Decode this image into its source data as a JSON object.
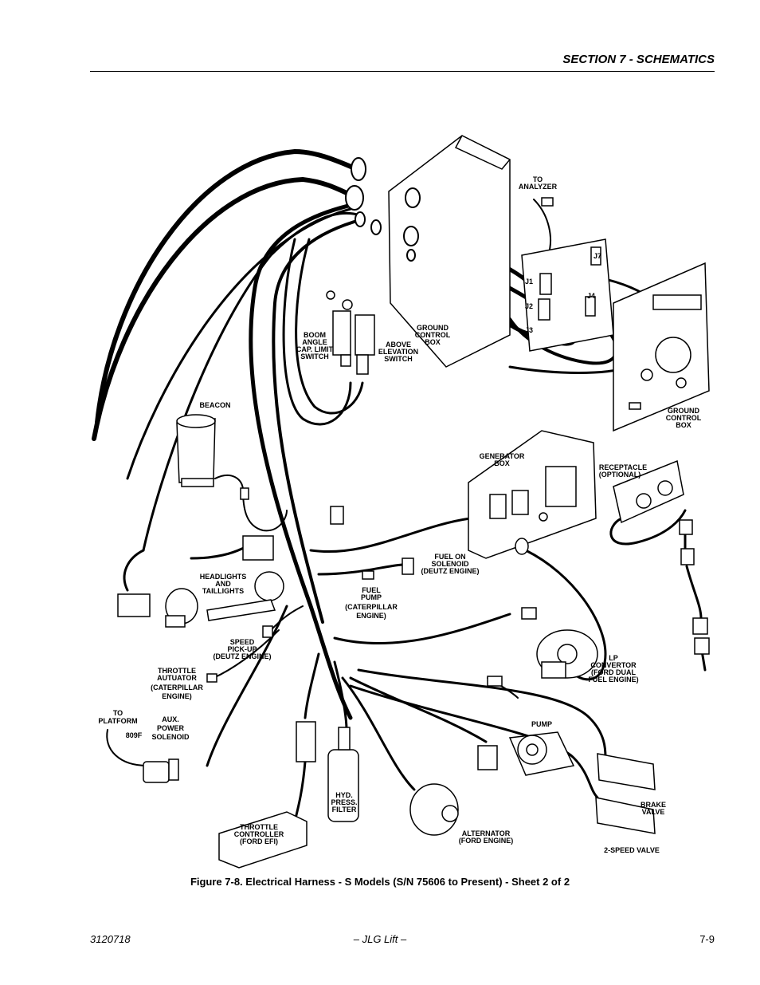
{
  "header": {
    "section_title": "SECTION 7 - SCHEMATICS"
  },
  "labels": {
    "to_analyzer": [
      "TO",
      "ANALYZER"
    ],
    "j1": "J1",
    "j2": "J2",
    "j3": "J3",
    "j4": "J4",
    "j7": "J7",
    "boom_angle": [
      "BOOM",
      "ANGLE",
      "CAP. LIMIT",
      "SWITCH"
    ],
    "above_elevation": [
      "ABOVE",
      "ELEVATION",
      "SWITCH"
    ],
    "ground_control_box_1": [
      "GROUND",
      "CONTROL",
      "BOX"
    ],
    "ground_control_box_2": [
      "GROUND",
      "CONTROL",
      "BOX"
    ],
    "beacon": [
      "BEACON"
    ],
    "generator_box": [
      "GENERATOR",
      "BOX"
    ],
    "receptacle": [
      "RECEPTACLE",
      "(OPTIONAL)"
    ],
    "fuel_on_solenoid": [
      "FUEL ON",
      "SOLENOID",
      "(DEUTZ ENGINE)"
    ],
    "headlights": [
      "HEADLIGHTS",
      "AND",
      "TAILLIGHTS"
    ],
    "fuel_pump": [
      "FUEL",
      "PUMP",
      "(CATERPILLAR",
      "ENGINE)"
    ],
    "speed_pickup": [
      "SPEED",
      "PICK-UP",
      "(DEUTZ ENGINE)"
    ],
    "lp_convertor": [
      "LP",
      "CONVERTOR",
      "(FORD DUAL",
      "FUEL ENGINE)"
    ],
    "throttle_actuator": [
      "THROTTLE",
      "AUTUATOR",
      "(CATERPILLAR",
      "ENGINE)"
    ],
    "to_platform": [
      "TO",
      "PLATFORM"
    ],
    "wire_809f": "809F",
    "aux_power_solenoid": [
      "AUX.",
      "POWER",
      "SOLENOID"
    ],
    "pump": [
      "PUMP"
    ],
    "hyd_press_filter": [
      "HYD.",
      "PRESS.",
      "FILTER"
    ],
    "throttle_controller": [
      "THROTTLE",
      "CONTROLLER",
      "(FORD EFI)"
    ],
    "alternator": [
      "ALTERNATOR",
      "(FORD ENGINE)"
    ],
    "brake_valve": [
      "BRAKE",
      "VALVE"
    ],
    "two_speed_valve": [
      "2-SPEED VALVE"
    ]
  },
  "caption": "Figure 7-8.  Electrical Harness - S Models (S/N 75606 to Present) - Sheet 2 of 2",
  "footer": {
    "doc_number": "3120718",
    "publisher": "– JLG Lift –",
    "page": "7-9"
  }
}
